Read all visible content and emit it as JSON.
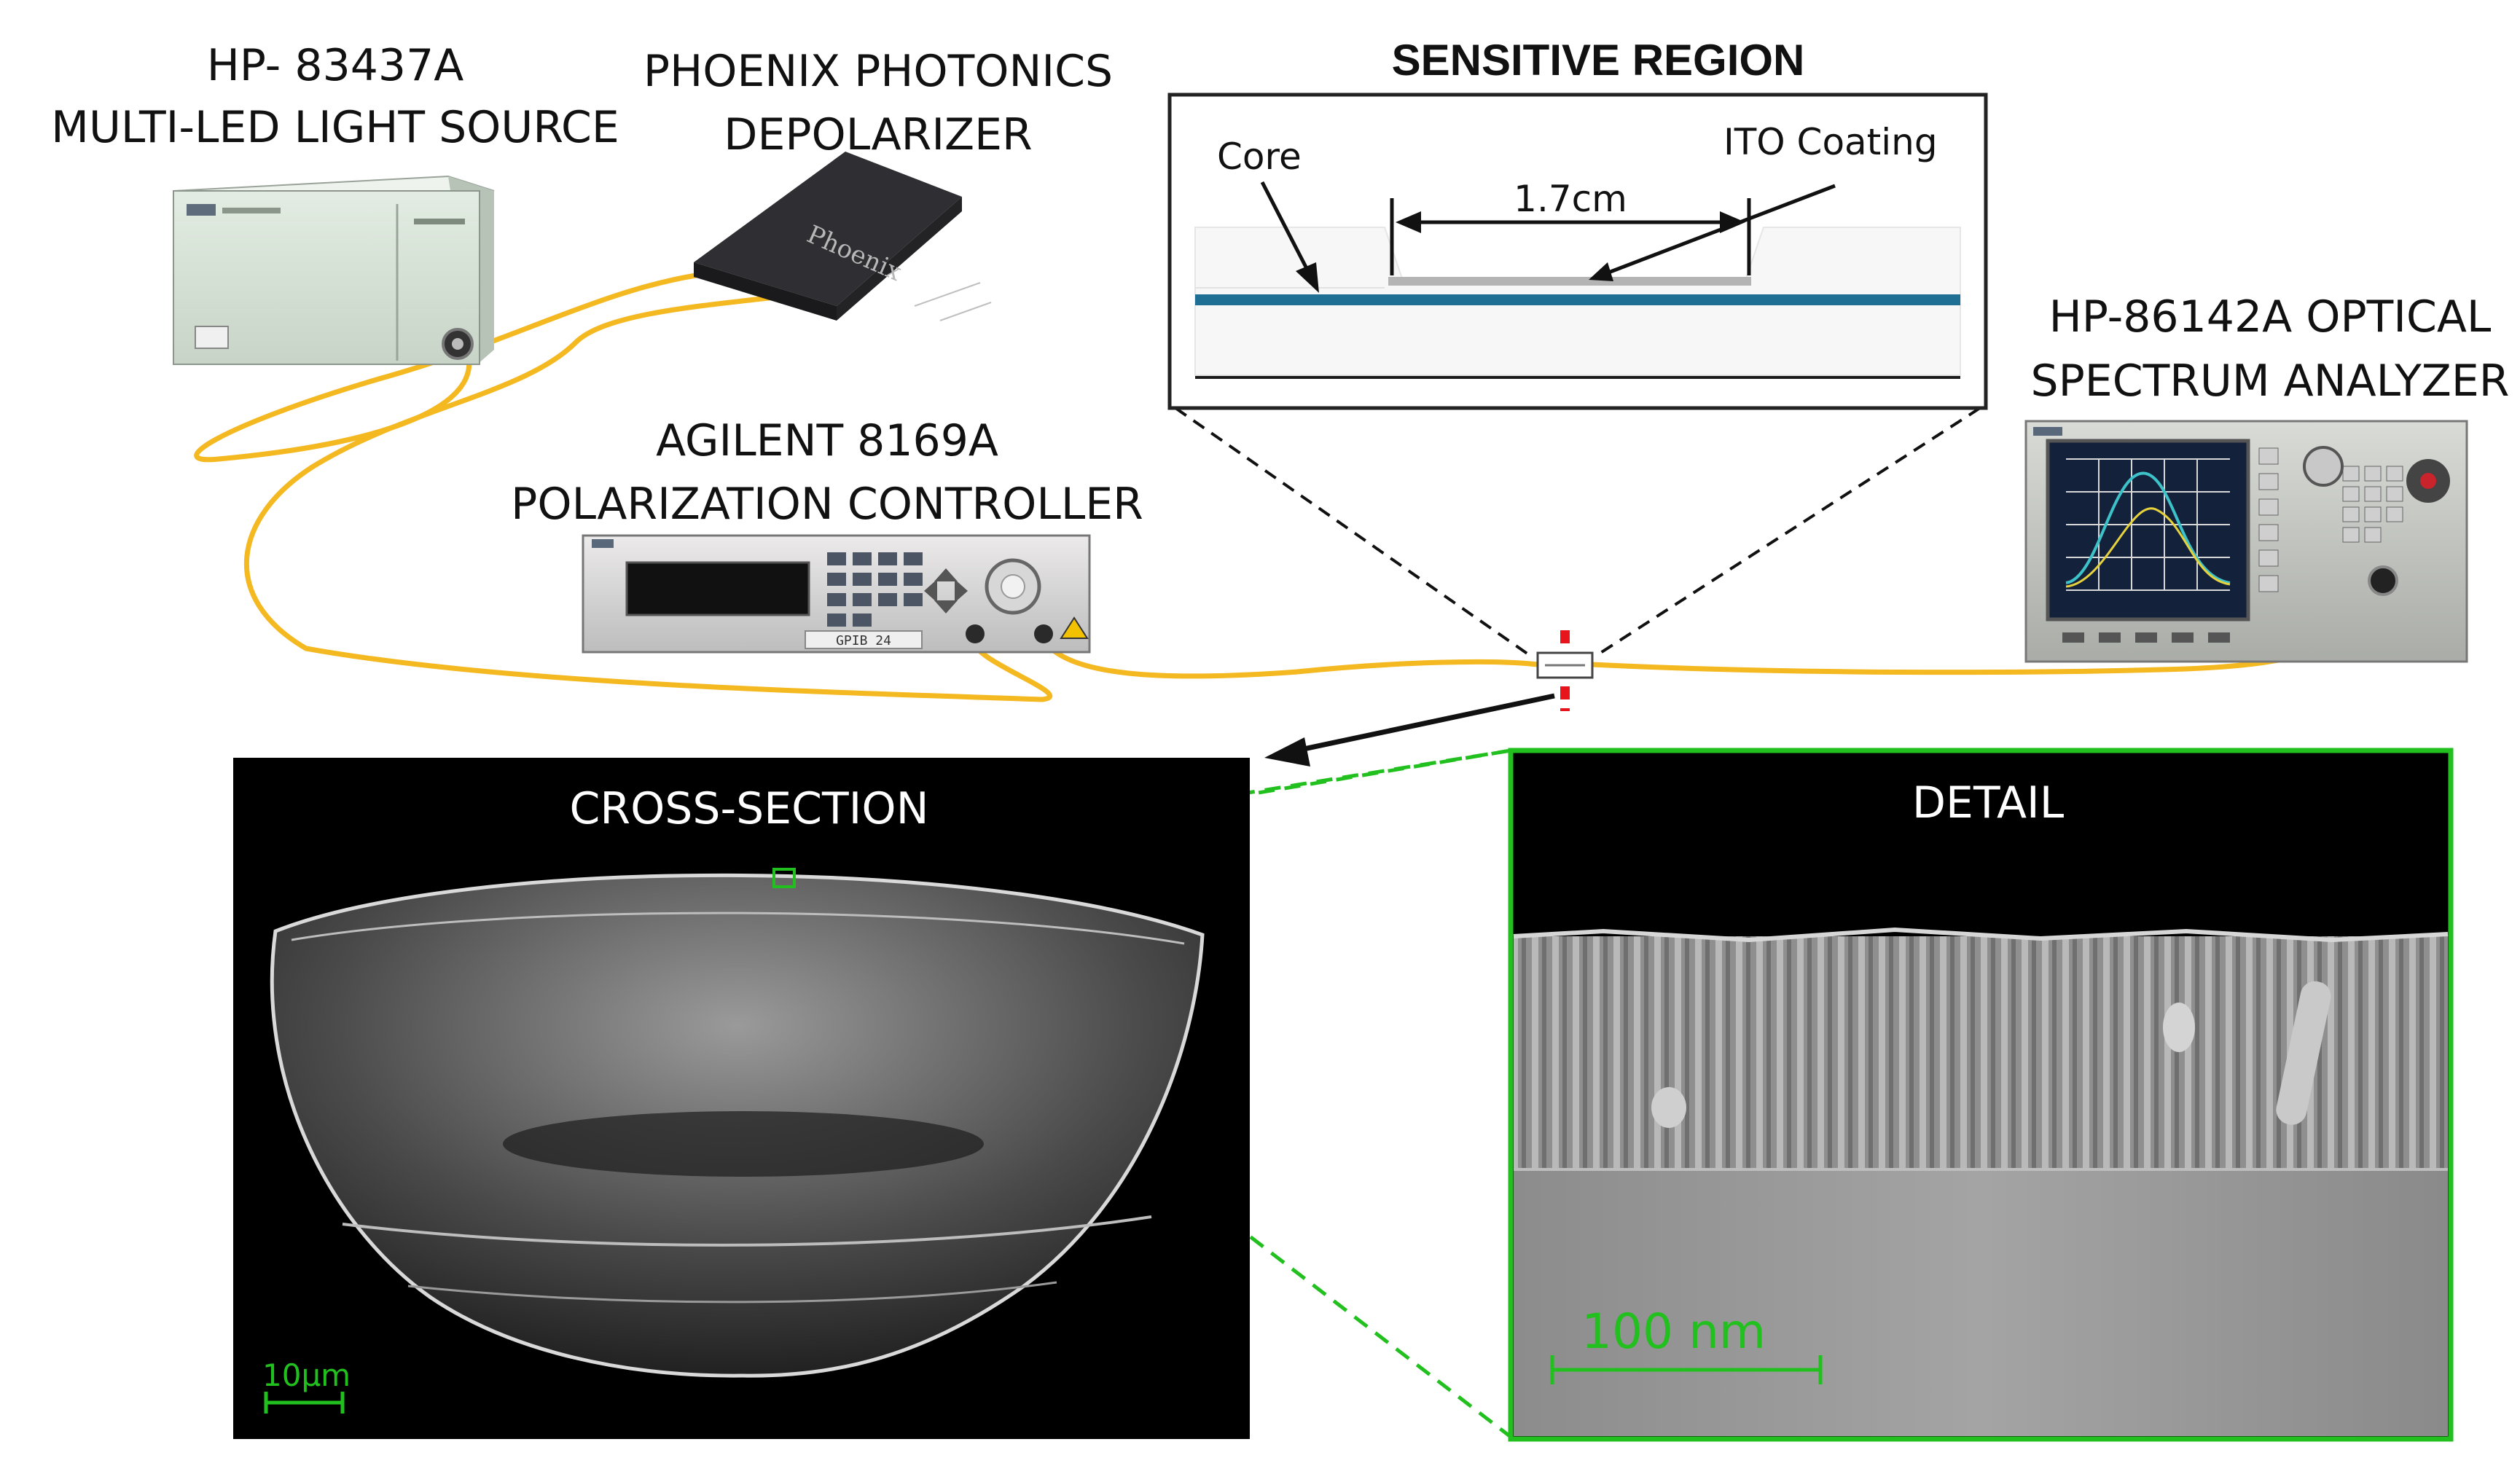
{
  "labels": {
    "light_source_line1": "HP- 83437A",
    "light_source_line2": "MULTI-LED LIGHT SOURCE",
    "depolarizer_line1": "PHOENIX PHOTONICS",
    "depolarizer_line2": "DEPOLARIZER",
    "controller_line1": "AGILENT 8169A",
    "controller_line2": "POLARIZATION CONTROLLER",
    "analyzer_line1": "HP-86142A OPTICAL",
    "analyzer_line2": "SPECTRUM ANALYZER",
    "sensitive_region": "SENSITIVE REGION",
    "core": "Core",
    "ito_coating": "ITO Coating",
    "length": "1.7cm",
    "cross_section": "CROSS-SECTION",
    "detail": "DETAIL",
    "scale_cross": "10μm",
    "scale_detail": "100 nm"
  },
  "device_text": {
    "controller_tag": "GPIB 24"
  },
  "colors": {
    "fiber": "#f4b820",
    "core": "#1f6f94",
    "zoom_line": "#22c01e",
    "marker": "#e8141c",
    "panel_bg": "#000000"
  }
}
